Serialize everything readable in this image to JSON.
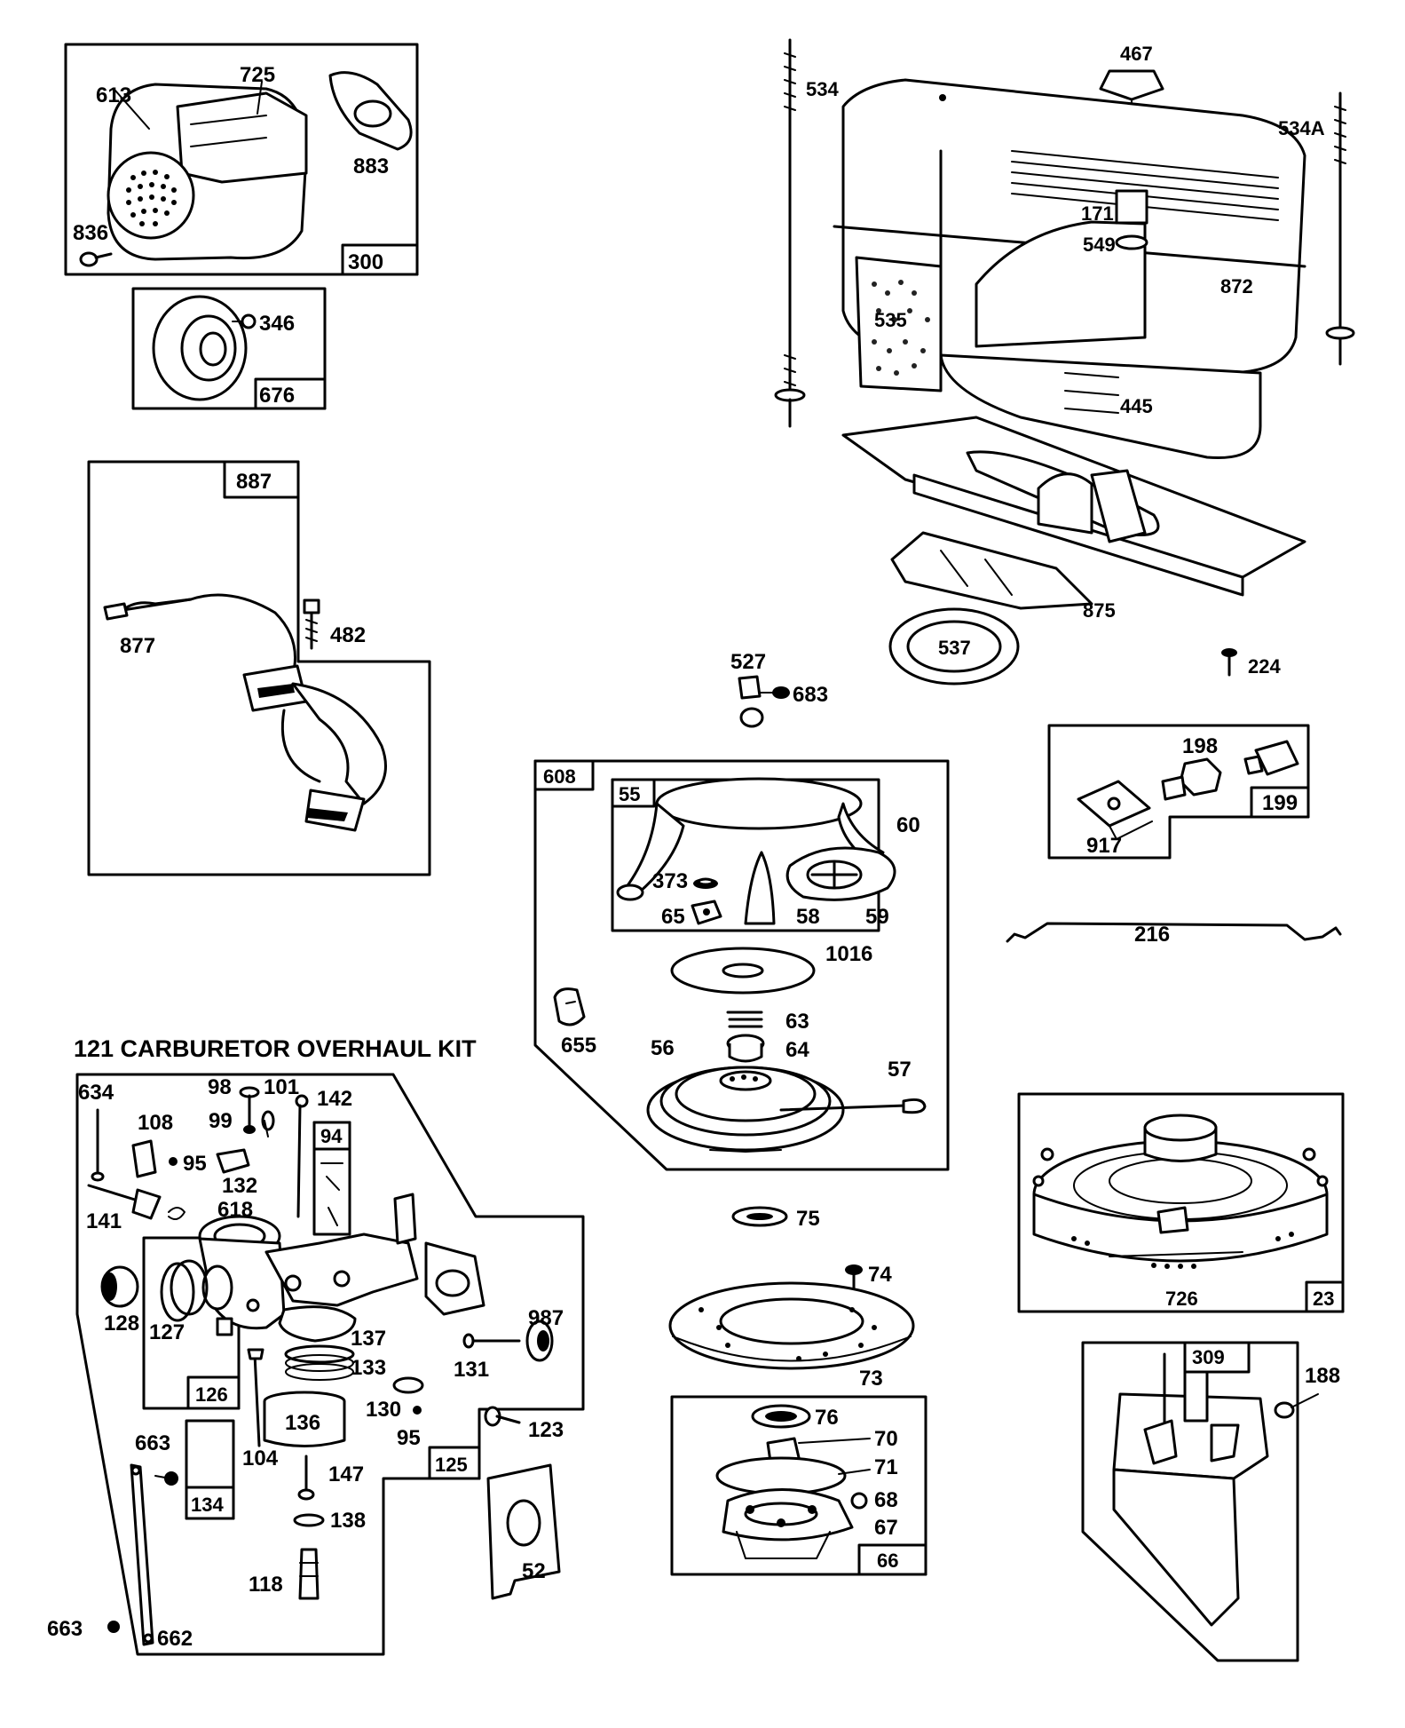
{
  "kit_title": "121 CARBURETOR OVERHAUL KIT",
  "parts": {
    "p613": "613",
    "p725": "725",
    "p883": "883",
    "p836": "836",
    "p300": "300",
    "p346": "346",
    "p676": "676",
    "p887": "887",
    "p877": "877",
    "p482": "482",
    "p534": "534",
    "p467": "467",
    "p534A": "534A",
    "p171": "171",
    "p549": "549",
    "p872": "872",
    "p535": "535",
    "p445": "445",
    "p875": "875",
    "p537": "537",
    "p224": "224",
    "p527": "527",
    "p683": "683",
    "p608": "608",
    "p55": "55",
    "p60": "60",
    "p373": "373",
    "p65": "65",
    "p58": "58",
    "p59": "59",
    "p1016": "1016",
    "p655": "655",
    "p63": "63",
    "p64": "64",
    "p56": "56",
    "p57": "57",
    "p198": "198",
    "p199": "199",
    "p917": "917",
    "p216": "216",
    "p634": "634",
    "p98": "98",
    "p101": "101",
    "p142": "142",
    "p108": "108",
    "p99": "99",
    "p94": "94",
    "p95a": "95",
    "p132": "132",
    "p141": "141",
    "p618": "618",
    "p128": "128",
    "p127": "127",
    "p137": "137",
    "p987": "987",
    "p133": "133",
    "p131": "131",
    "p126": "126",
    "p136": "136",
    "p130": "130",
    "p95b": "95",
    "p123": "123",
    "p663a": "663",
    "p104": "104",
    "p125": "125",
    "p147": "147",
    "p134": "134",
    "p138": "138",
    "p52": "52",
    "p118": "118",
    "p663b": "663",
    "p662": "662",
    "p75": "75",
    "p74": "74",
    "p73": "73",
    "p76": "76",
    "p70": "70",
    "p71": "71",
    "p68": "68",
    "p67": "67",
    "p66": "66",
    "p726": "726",
    "p23": "23",
    "p309": "309",
    "p188": "188"
  }
}
